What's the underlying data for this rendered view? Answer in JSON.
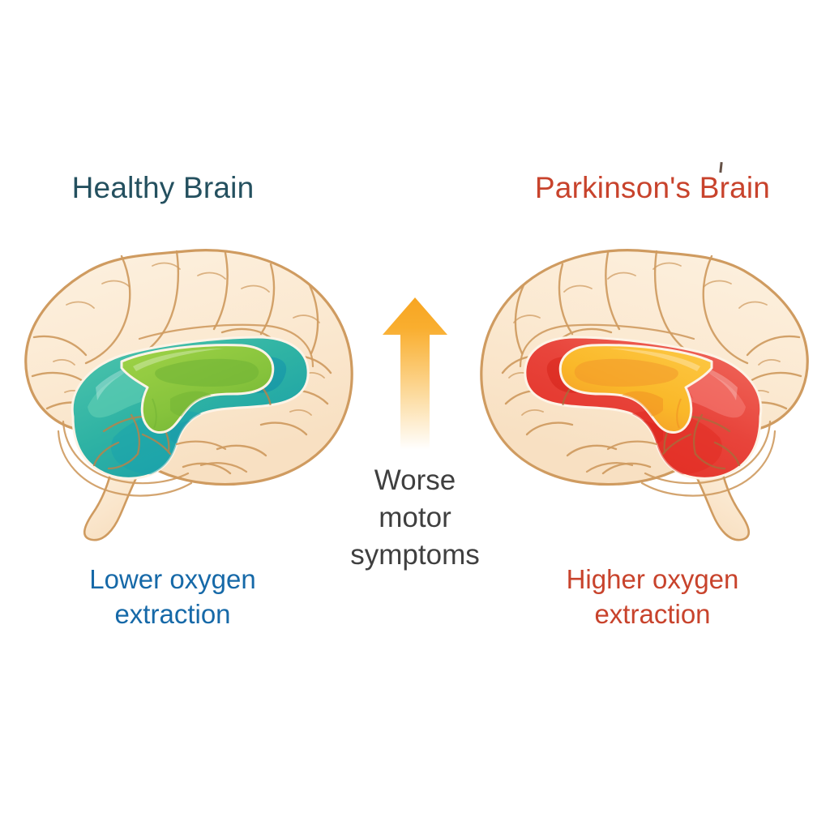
{
  "figure": {
    "background_color": "#ffffff",
    "type": "medical-illustration-comparison"
  },
  "left_panel": {
    "title": "Healthy Brain",
    "title_color": "#24505f",
    "caption": "Lower oxygen\nextraction",
    "caption_line1": "Lower oxygen",
    "caption_line2": "extraction",
    "caption_color": "#1669a8",
    "brain": {
      "cortex_fill": "#fbe9d1",
      "cortex_outline": "#cf9b60",
      "basal_ganglia_fill": "#35b6a2",
      "basal_ganglia_shade": "#1c9fae",
      "caudate_fill": "#8cc63f",
      "caudate_shade": "#6fb234",
      "vessel_color": "#b8834a",
      "region_label": "basal-ganglia-teal"
    }
  },
  "right_panel": {
    "title": "Parkinson's Brain",
    "title_color": "#c8432c",
    "caption_line1": "Higher oxygen",
    "caption_line2": "extraction",
    "caption_color": "#c8432c",
    "brain": {
      "cortex_fill": "#fbe9d1",
      "cortex_outline": "#cf9b60",
      "basal_ganglia_fill": "#e8403a",
      "basal_ganglia_shade": "#f0665e",
      "caudate_fill": "#fab829",
      "caudate_shade": "#f29429",
      "vessel_color": "#a3703c",
      "region_label": "basal-ganglia-red"
    }
  },
  "center": {
    "caption_line1": "Worse",
    "caption_line2": "motor",
    "caption_line3": "symptoms",
    "caption_color": "#3f3f3f",
    "arrow": {
      "direction": "up",
      "gradient_top_color": "#f7a521",
      "gradient_bottom_color": "#ffffff"
    }
  }
}
